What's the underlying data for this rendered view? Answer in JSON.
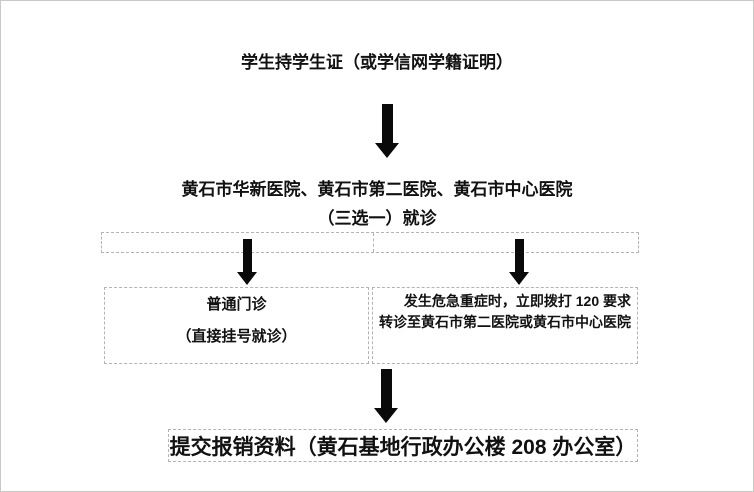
{
  "flow": {
    "step1": "学生持学生证（或学信网学籍证明）",
    "step2_line1": "黄石市华新医院、黄石市第二医院、黄石市中心医院",
    "step2_line2": "（三选一）就诊",
    "left_box_line1": "普通门诊",
    "left_box_line2": "（直接挂号就诊）",
    "right_box_line1": "发生危急重症时，立即拨打 120 要求",
    "right_box_line2": "转诊至黄石市第二医院或黄石市中心医院",
    "final_box": "提交报销资料（黄石基地行政办公楼 208 办公室）"
  },
  "colors": {
    "arrow": "#0a0a0a",
    "text": "#111111",
    "dashed_border": "#b3b3b3",
    "frame_border": "#c9c9c5",
    "background": "#ffffff"
  }
}
